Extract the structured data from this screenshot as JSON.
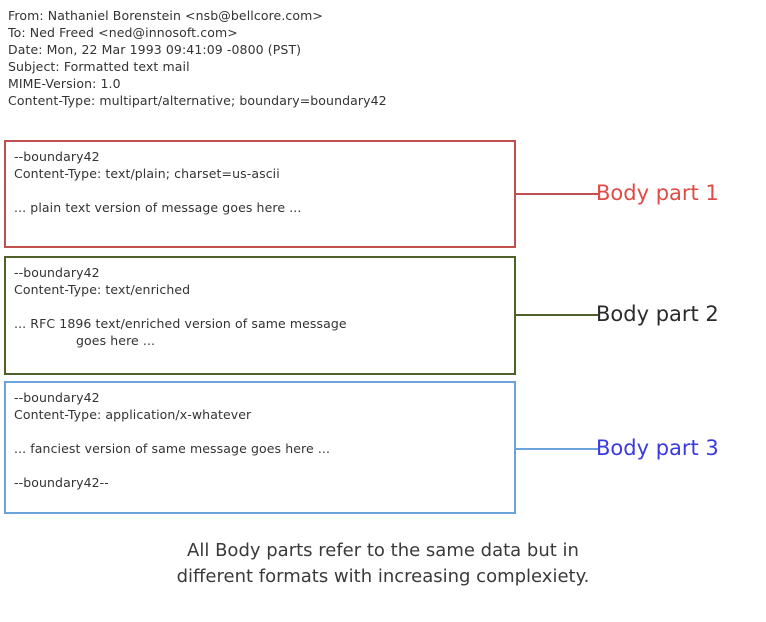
{
  "message_headers": [
    "From: Nathaniel Borenstein <nsb@bellcore.com>",
    "To: Ned Freed <ned@innosoft.com>",
    "Date: Mon, 22 Mar 1993 09:41:09 -0800 (PST)",
    "Subject: Formatted text mail",
    "MIME-Version: 1.0",
    "Content-Type: multipart/alternative; boundary=boundary42"
  ],
  "body_parts": [
    {
      "border_color": "#c0504d",
      "lines": [
        "--boundary42",
        "Content-Type: text/plain; charset=us-ascii",
        "",
        "... plain text version of message goes here ..."
      ],
      "callout": {
        "label": "Body part 1",
        "text_color": "#e04b45",
        "line_color": "#c0504d"
      }
    },
    {
      "border_color": "#4e6129",
      "lines": [
        "--boundary42",
        "Content-Type: text/enriched",
        "",
        "... RFC 1896 text/enriched version of same message",
        "goes here ..."
      ],
      "callout": {
        "label": "Body part 2",
        "text_color": "#2b2b2b",
        "line_color": "#4e6129"
      }
    },
    {
      "border_color": "#6ba4dd",
      "lines": [
        "--boundary42",
        "Content-Type: application/x-whatever",
        "",
        "... fanciest version of same message goes here ...",
        "",
        "--boundary42--"
      ],
      "callout": {
        "label": "Body part 3",
        "text_color": "#3a3ae0",
        "line_color": "#6ba4dd"
      }
    }
  ],
  "caption": {
    "line1": "All Body parts refer to the same data but in",
    "line2": "different formats with increasing complexiety."
  }
}
